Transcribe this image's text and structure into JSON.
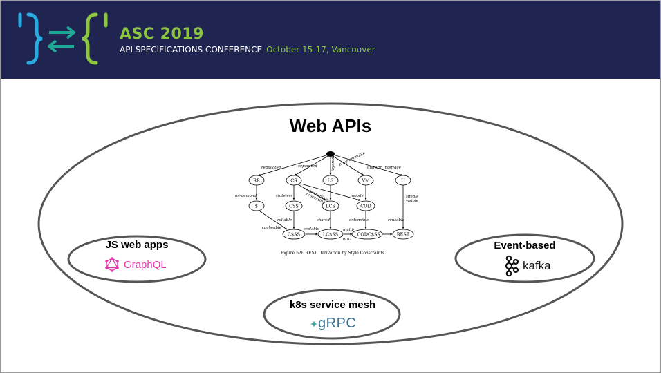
{
  "header": {
    "conference_name": "ASC 2019",
    "conference_full": "API SPECIFICATIONS CONFERENCE",
    "conference_dates": "October 15-17, Vancouver"
  },
  "diagram": {
    "title": "Web APIs",
    "js_label": "JS web apps",
    "js_brand": "GraphQL",
    "event_label": "Event-based",
    "event_brand": "kafka",
    "k8s_label": "k8s service mesh",
    "k8s_brand": "gRPC"
  },
  "figure": {
    "caption": "Figure 5-9. REST Derivation by Style Constraints",
    "nodes": {
      "rr": "RR",
      "cs": "CS",
      "ls": "LS",
      "vm": "VM",
      "u": "U",
      "dollar": "$",
      "css": "CSS",
      "lcs": "LCS",
      "cod": "COD",
      "cdss": "C$SS",
      "lcdss": "LC$SS",
      "lcodss": "LCODC$SS",
      "rest": "REST"
    },
    "edges": {
      "replicated": "replicated",
      "separated": "separated",
      "layered": "layered",
      "programmable": "programmable",
      "uniform": "uniform interface",
      "on_demand": "on-demand",
      "stateless": "stateless",
      "intermediate": "intermediate",
      "processing": "processing",
      "mobile": "mobile",
      "simple": "simple",
      "visible": "visible",
      "reliable": "reliable",
      "shared": "shared",
      "extensible": "extensible",
      "reusable": "reusable",
      "cacheable": "cacheable",
      "scalable": "scalable",
      "multi": "multi-",
      "org": "org."
    }
  }
}
